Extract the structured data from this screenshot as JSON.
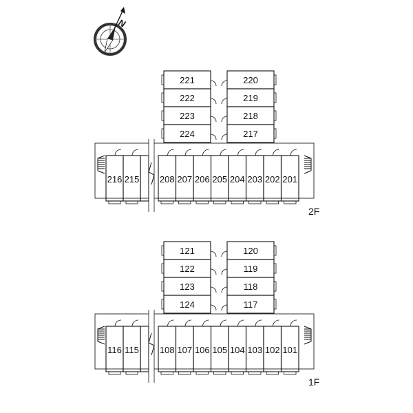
{
  "compass": {
    "north_label": "N"
  },
  "floors": [
    {
      "id": "2F",
      "label": "2F",
      "upper_left": [
        "221",
        "222",
        "223",
        "224"
      ],
      "upper_right": [
        "220",
        "219",
        "218",
        "217"
      ],
      "bottom_left": [
        "216",
        "215"
      ],
      "bottom_right": [
        "208",
        "207",
        "206",
        "205",
        "204",
        "203",
        "202",
        "201"
      ]
    },
    {
      "id": "1F",
      "label": "1F",
      "upper_left": [
        "121",
        "122",
        "123",
        "124"
      ],
      "upper_right": [
        "120",
        "119",
        "118",
        "117"
      ],
      "bottom_left": [
        "116",
        "115"
      ],
      "bottom_right": [
        "108",
        "107",
        "106",
        "105",
        "104",
        "103",
        "102",
        "101"
      ]
    }
  ]
}
